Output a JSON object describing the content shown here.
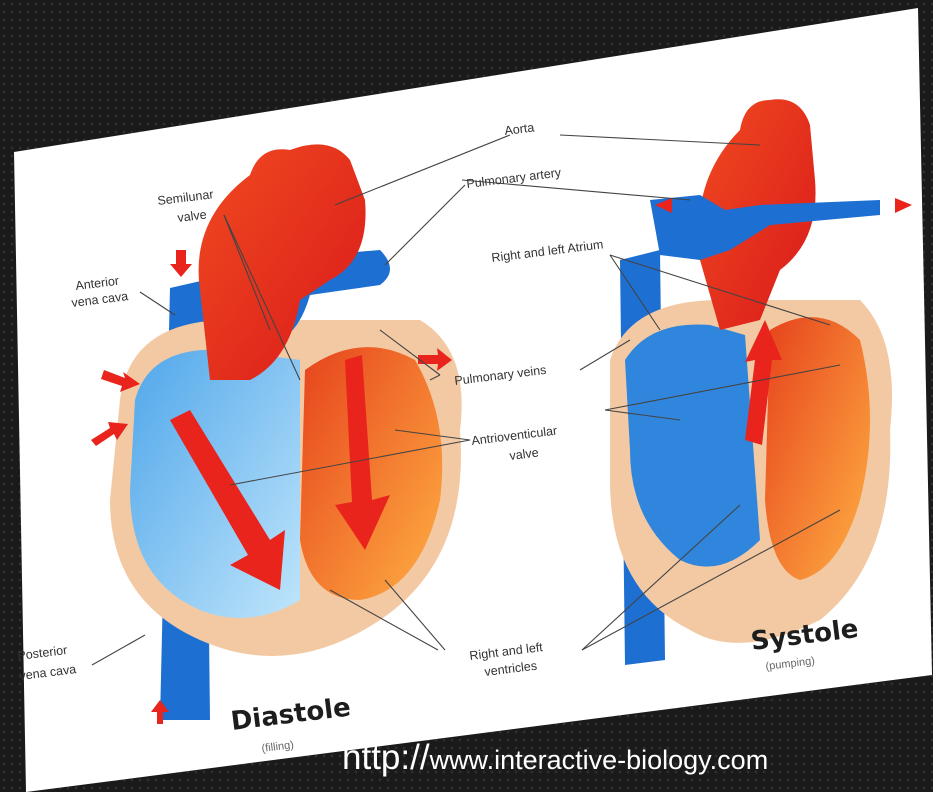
{
  "labels": {
    "aorta": "Aorta",
    "pulmonary_artery": "Pulmonary artery",
    "semilunar_1": "Semilunar",
    "semilunar_2": "valve",
    "anterior_1": "Anterior",
    "anterior_2": "vena cava",
    "right_left_atrium": "Right and left Atrium",
    "pulmonary_veins": "Pulmonary veins",
    "av_1": "Antrioventicular",
    "av_2": "valve",
    "posterior_1": "Posterior",
    "posterior_2": "vena cava",
    "ventricles_1": "Right and left",
    "ventricles_2": "ventricles"
  },
  "captions": {
    "diastole": "Diastole",
    "diastole_sub": "(filling)",
    "systole": "Systole",
    "systole_sub": "(pumping)"
  },
  "watermark": {
    "protocol": "http://",
    "domain": "www.interactive-biology.com"
  },
  "colors": {
    "artery_red": "#e8241c",
    "vein_blue": "#1d6fd1",
    "light_blue": "#7fc4f0",
    "orange": "#f07a22",
    "tissue_beige": "#f3c9a4"
  }
}
